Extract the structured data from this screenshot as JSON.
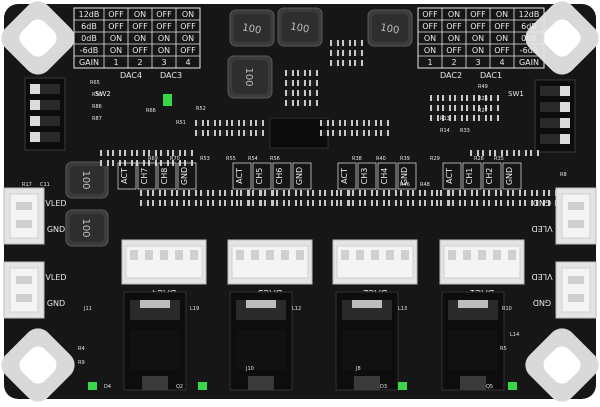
{
  "board": {
    "pcb_color": "#161616",
    "silk_color": "#e8e8e8",
    "pad_color": "#c9c9c9",
    "led_color": "#3ad64a"
  },
  "gain_table_left": {
    "rows": [
      [
        "12dB",
        "OFF",
        "ON",
        "OFF",
        "ON"
      ],
      [
        "6dB",
        "OFF",
        "OFF",
        "OFF",
        "OFF"
      ],
      [
        "0dB",
        "ON",
        "ON",
        "ON",
        "ON"
      ],
      [
        "-6dB",
        "ON",
        "OFF",
        "ON",
        "OFF"
      ]
    ],
    "header": [
      "GAIN",
      "1",
      "2",
      "3",
      "4"
    ],
    "dac_labels": [
      "DAC4",
      "DAC3"
    ]
  },
  "gain_table_right": {
    "rows": [
      [
        "OFF",
        "ON",
        "OFF",
        "ON",
        "12dB"
      ],
      [
        "OFF",
        "OFF",
        "OFF",
        "OFF",
        "6dB"
      ],
      [
        "ON",
        "ON",
        "ON",
        "ON",
        "0dB"
      ],
      [
        "ON",
        "OFF",
        "ON",
        "OFF",
        "-6dB"
      ]
    ],
    "header": [
      "1",
      "2",
      "3",
      "4",
      "GAIN"
    ],
    "dac_labels": [
      "DAC2",
      "DAC1"
    ]
  },
  "inductors": [
    "100",
    "100",
    "100",
    "100",
    "100",
    "100"
  ],
  "switch_labels": [
    "SW2",
    "SW1"
  ],
  "channel_labels": [
    [
      "ACT",
      "CH7",
      "CH8",
      "GND"
    ],
    [
      "ACT",
      "CH5",
      "CH6",
      "GND"
    ],
    [
      "ACT",
      "CH3",
      "CH4",
      "GND"
    ],
    [
      "ACT",
      "CH1",
      "CH2",
      "GND"
    ]
  ],
  "connector_labels": [
    "DAC4",
    "DAC3",
    "DAC2",
    "DAC1"
  ],
  "side_labels": {
    "left_top": [
      "VLED",
      "GND"
    ],
    "left_bottom": [
      "VLED",
      "GND"
    ],
    "right_top": [
      "GND",
      "VLED"
    ],
    "right_bottom": [
      "VLED",
      "GND"
    ]
  },
  "designators": {
    "left": [
      "R65",
      "R50",
      "R86",
      "R87",
      "R52",
      "R66",
      "R69",
      "R70",
      "R53",
      "R55",
      "R54",
      "R56",
      "R51",
      "R17",
      "C11"
    ],
    "right": [
      "R49",
      "R26",
      "R27",
      "R13",
      "R14",
      "R33",
      "R29",
      "R28",
      "R35",
      "R39",
      "R40",
      "R38",
      "R8",
      "R46",
      "R48"
    ],
    "bottom": [
      "D4",
      "Q2",
      "D3",
      "Q5",
      "J10",
      "J8",
      "R4",
      "R9",
      "R5",
      "R10",
      "L19",
      "L13",
      "L12",
      "L14",
      "J11"
    ]
  }
}
